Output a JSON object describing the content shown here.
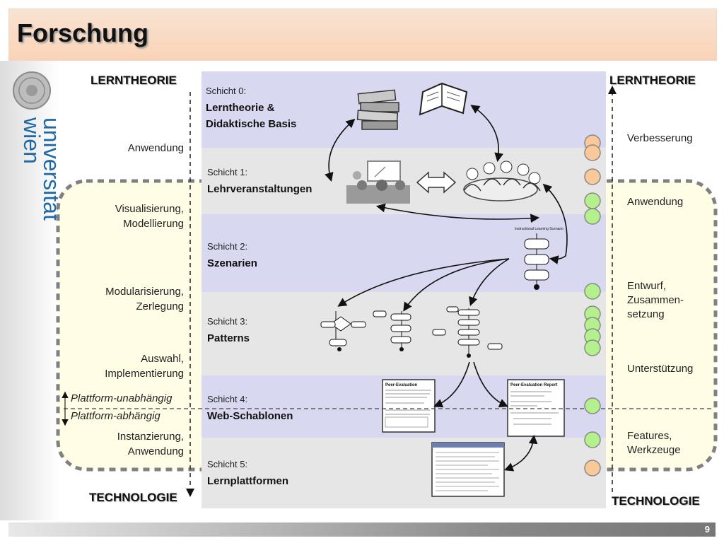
{
  "title": "Forschung",
  "logo": {
    "text_line1": "universität",
    "text_line2": "wien"
  },
  "headings": {
    "left_top": "LERNTHEORIE",
    "right_top": "LERNTHEORIE",
    "left_bottom": "TECHNOLOGIE",
    "right_bottom": "TECHNOLOGIE"
  },
  "layers": [
    {
      "small": "Schicht 0:",
      "big1": "Lerntheorie &",
      "big2": "Didaktische Basis",
      "color": "#d8d8f0"
    },
    {
      "small": "Schicht 1:",
      "big1": "Lehrveranstaltungen",
      "big2": "",
      "color": "#e6e6e6"
    },
    {
      "small": "Schicht 2:",
      "big1": "Szenarien",
      "big2": "",
      "color": "#d8d8f0"
    },
    {
      "small": "Schicht 3:",
      "big1": "Patterns",
      "big2": "",
      "color": "#e6e6e6"
    },
    {
      "small": "Schicht 4:",
      "big1": "Web-Schablonen",
      "big2": "",
      "color": "#d8d8f0"
    },
    {
      "small": "Schicht 5:",
      "big1": "Lernplattformen",
      "big2": "",
      "color": "#e6e6e6"
    }
  ],
  "left_labels": {
    "anwendung": "Anwendung",
    "visual1": "Visualisierung,",
    "visual2": "Modellierung",
    "modular1": "Modularisierung,",
    "modular2": "Zerlegung",
    "auswahl1": "Auswahl,",
    "auswahl2": "Implementierung",
    "plattform_unabh": "Plattform-unabhängig",
    "plattform_abh": "Plattform-abhängig",
    "inst1": "Instanzierung,",
    "inst2": "Anwendung"
  },
  "right_labels": {
    "verbesserung": "Verbesserung",
    "anwendung": "Anwendung",
    "entwurf1": "Entwurf,",
    "entwurf2": "Zusammen-",
    "entwurf3": "setzung",
    "unterstuetzung": "Unterstützung",
    "features1": "Features,",
    "features2": "Werkzeuge"
  },
  "doc_snippets": {
    "peer_eval": "Peer-Evaluation",
    "peer_report": "Peer-Evaluation Report"
  },
  "page_number": "9",
  "colors": {
    "orange_circle": "#fbc89a",
    "green_circle": "#b4f08c",
    "dashed_region": "#fffde6"
  }
}
